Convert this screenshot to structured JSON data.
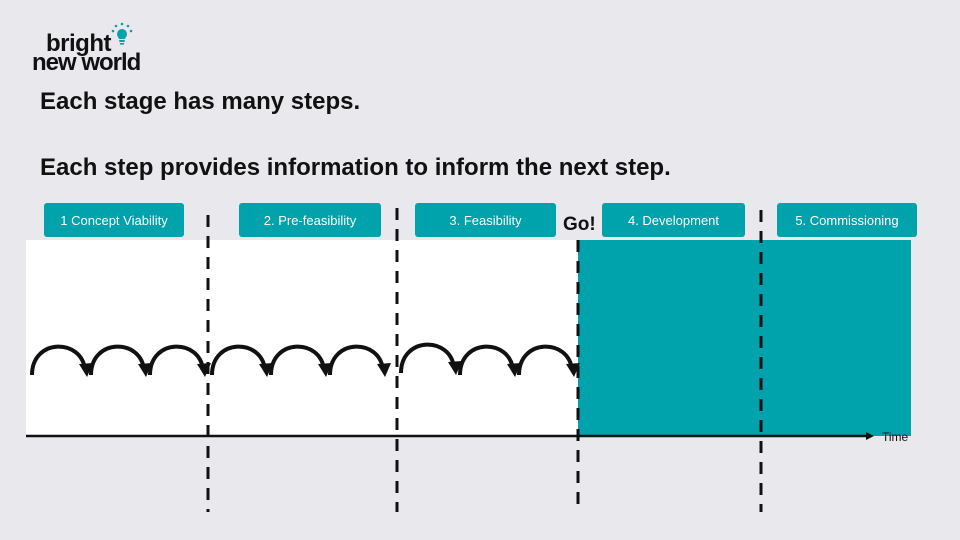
{
  "logo": {
    "line1": "bright",
    "line2": "new world"
  },
  "headline": {
    "line1": "Each stage has many steps.",
    "line2": "Each step provides information to inform the next step."
  },
  "stages": [
    {
      "label": "1 Concept Viability"
    },
    {
      "label": "2. Pre-feasibility"
    },
    {
      "label": "3. Feasibility"
    },
    {
      "label": "4. Development"
    },
    {
      "label": "5. Commissioning"
    }
  ],
  "go_label": "Go!",
  "axis": {
    "label": "Time"
  },
  "colors": {
    "teal": "#00a2ab",
    "background": "#e9e8ed",
    "ink": "#111111"
  },
  "steps_per_stage": [
    3,
    3,
    3
  ]
}
